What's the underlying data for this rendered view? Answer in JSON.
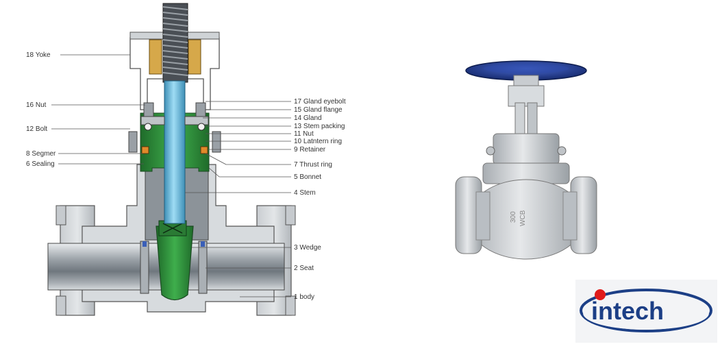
{
  "diagram": {
    "labels_left": [
      {
        "id": "yoke",
        "text": "18 Yoke"
      },
      {
        "id": "nut16",
        "text": "16 Nut"
      },
      {
        "id": "bolt12",
        "text": "12 Bolt"
      },
      {
        "id": "segmer",
        "text": "8 Segmer"
      },
      {
        "id": "sealing",
        "text": "6 Sealing"
      }
    ],
    "labels_right": [
      {
        "id": "gland-eyebolt",
        "text": "17 Gland eyebolt"
      },
      {
        "id": "gland-flange",
        "text": "15 Gland flange"
      },
      {
        "id": "gland",
        "text": "14 Gland"
      },
      {
        "id": "stem-packing",
        "text": "13 Stem packing"
      },
      {
        "id": "nut11",
        "text": "11 Nut"
      },
      {
        "id": "lantern-ring",
        "text": "10 Latntern ring"
      },
      {
        "id": "retainer",
        "text": "9 Retainer"
      },
      {
        "id": "thrust-ring",
        "text": "7 Thrust ring"
      },
      {
        "id": "bonnet",
        "text": "5 Bonnet"
      },
      {
        "id": "stem",
        "text": "4 Stem"
      },
      {
        "id": "wedge",
        "text": "3 Wedge"
      },
      {
        "id": "seat",
        "text": "2 Seat"
      },
      {
        "id": "body",
        "text": "1 body"
      }
    ]
  },
  "valve_markings": {
    "rating": "300",
    "cast": "WCB"
  },
  "logo": {
    "text": "intech"
  },
  "colors": {
    "steel": "#b9bec3",
    "green": "#2e8b3a",
    "stem_blue": "#6ec6e8",
    "handwheel": "#1f3b8c",
    "logo_blue": "#1c3f86",
    "logo_red": "#e01b1b",
    "brass": "#d6a84a"
  }
}
